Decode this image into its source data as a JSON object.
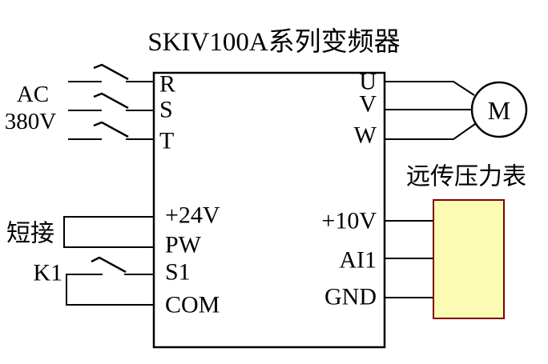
{
  "diagram": {
    "title": "SKIV100A系列变频器",
    "type": "vfd-wiring-diagram"
  },
  "colors": {
    "wire": "#000000",
    "text": "#000000",
    "background": "#FFFFFF",
    "gauge_fill": "#FBFBB4",
    "gauge_border": "#7F0000"
  },
  "power_supply": {
    "label_line1": "AC",
    "label_line2": "380V"
  },
  "inverter": {
    "input_terminals": [
      "R",
      "S",
      "T"
    ],
    "output_terminals": [
      "U",
      "V",
      "W"
    ],
    "control_left_terminals": [
      "+24V",
      "PW",
      "S1",
      "COM"
    ],
    "control_right_terminals": [
      "+10V",
      "AI1",
      "GND"
    ]
  },
  "annotations": {
    "jumper_label": "短接",
    "contact_label": "K1",
    "gauge_label": "远传压力表",
    "motor_label": "M"
  }
}
